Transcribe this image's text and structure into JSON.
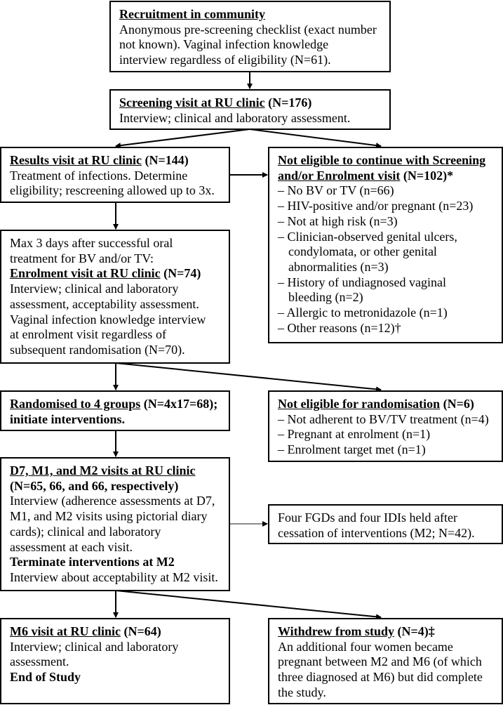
{
  "recruitment": {
    "title": "Recruitment in community",
    "lines": [
      "Anonymous pre-screening checklist (exact number",
      "not known). Vaginal infection knowledge",
      "interview regardless of eligibility (N=61)."
    ]
  },
  "screening": {
    "title": "Screening visit at RU clinic",
    "count": " (N=176)",
    "lines": [
      "Interview; clinical and laboratory assessment."
    ]
  },
  "results": {
    "title": "Results visit at RU clinic",
    "count": " (N=144)",
    "lines": [
      "Treatment of infections. Determine",
      "eligibility; rescreening allowed up to 3x."
    ]
  },
  "not_eligible_screening": {
    "title_line1": "Not eligible to continue with Screening",
    "title_line2": "and/or Enrolment visit",
    "count": " (N=102)*",
    "items": [
      {
        "lines": [
          "– No BV or TV (n=66)"
        ]
      },
      {
        "lines": [
          "– HIV-positive and/or pregnant (n=23)"
        ]
      },
      {
        "lines": [
          "– Not at high risk (n=3)"
        ]
      },
      {
        "lines": [
          "– Clinician-observed genital ulcers,",
          "condylomata, or other genital",
          "abnormalities (n=3)"
        ]
      },
      {
        "lines": [
          "– History of undiagnosed vaginal",
          "bleeding (n=2)"
        ]
      },
      {
        "lines": [
          "– Allergic to metronidazole (n=1)"
        ]
      },
      {
        "lines": [
          "– Other reasons (n=12)†"
        ]
      }
    ]
  },
  "enrolment": {
    "intro": [
      "Max 3 days after successful oral",
      "treatment for BV and/or TV:"
    ],
    "title": "Enrolment visit at RU clinic",
    "count": " (N=74)",
    "lines": [
      "Interview; clinical and laboratory",
      "assessment, acceptability assessment.",
      "Vaginal infection knowledge interview",
      "at enrolment visit regardless of",
      "subsequent randomisation (N=70)."
    ]
  },
  "randomised": {
    "title": "Randomised to 4 groups",
    "count": " (N=4x17=68);",
    "line2": "initiate interventions."
  },
  "not_eligible_randomisation": {
    "title": "Not eligible for randomisation",
    "count": " (N=6)",
    "items": [
      "– Not adherent to BV/TV treatment (n=4)",
      "– Pregnant at enrolment (n=1)",
      "– Enrolment target met (n=1)"
    ]
  },
  "followup": {
    "title": "D7, M1, and M2 visits at RU clinic",
    "count": "(N=65, 66, and 66, respectively)",
    "lines": [
      "Interview (adherence assessments at D7,",
      "M1, and M2 visits using pictorial diary",
      "cards); clinical and laboratory",
      "assessment at each visit."
    ],
    "terminate": "Terminate interventions at M2",
    "last": "Interview about acceptability at M2 visit."
  },
  "fgd": {
    "lines": [
      "Four FGDs and four IDIs held after",
      "cessation of interventions (M2; N=42)."
    ]
  },
  "m6": {
    "title": "M6 visit at RU clinic",
    "count": " (N=64)",
    "lines": [
      "Interview; clinical and laboratory",
      "assessment."
    ],
    "end": "End of Study"
  },
  "withdrew": {
    "title": "Withdrew from study",
    "count": " (N=4)‡",
    "lines": [
      "An additional four women became",
      "pregnant between M2 and M6 (of which",
      "three diagnosed at M6) but did complete",
      "the study."
    ]
  }
}
